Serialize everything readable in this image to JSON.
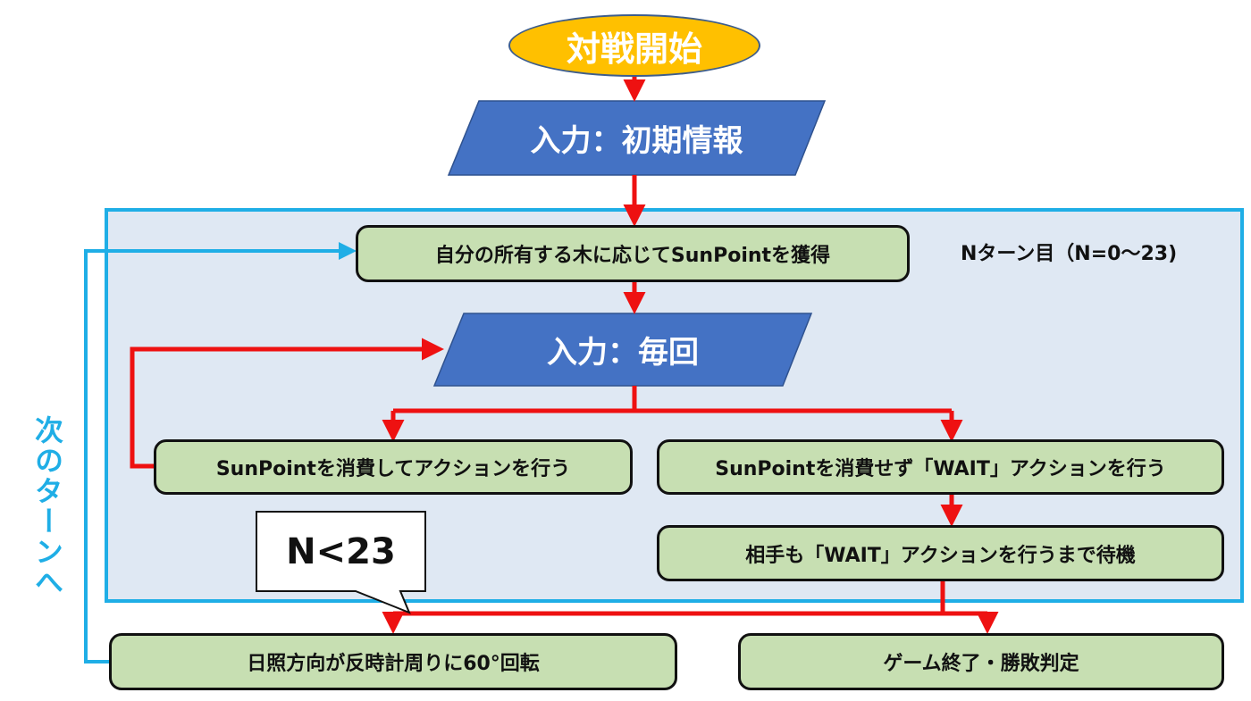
{
  "start": "対戦開始",
  "input_initial": "入力：初期情報",
  "turn_label": "Nターン目（N=0〜23)",
  "gain_sunpoint": "自分の所有する木に応じてSunPointを獲得",
  "input_each": "入力：毎回",
  "spend_action": "SunPointを消費してアクションを行う",
  "wait_action": "SunPointを消費せず「WAIT」アクションを行う",
  "wait_opponent": "相手も「WAIT」アクションを行うまで待機",
  "condition": "N<23",
  "rotate_sun": "日照方向が反時計周りに60°回転",
  "game_end": "ゲーム終了・勝敗判定",
  "next_turn": "次のターンへ",
  "colors": {
    "flow_arrow": "#ee1111",
    "loop_arrow": "#1faee6",
    "region_fill": "#dfe8f3",
    "start_fill": "#ffc000",
    "io_fill": "#4472c4",
    "process_fill": "#c7dfb2"
  }
}
